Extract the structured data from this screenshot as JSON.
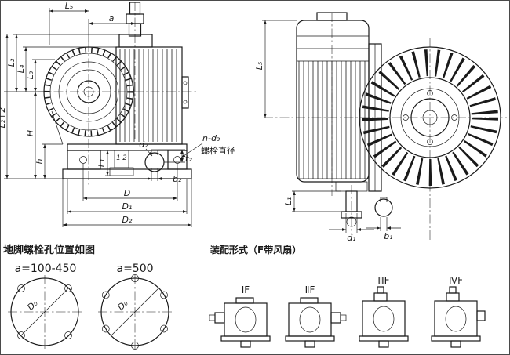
{
  "meta": {
    "background": "#ffffff",
    "line_color": "#1a1a1a"
  },
  "left_view": {
    "dims": {
      "L5": "L₅",
      "a": "a",
      "L2": "L₂",
      "L4": "L₄",
      "L3": "L₃",
      "H": "H",
      "h": "h",
      "L2plus2": "L₂+2",
      "L1": "L₁",
      "n1": "1",
      "n2": "2",
      "d2": "d₂",
      "t2": "t₂",
      "b2": "b₂",
      "D": "D",
      "D1": "D₁",
      "D2": "D₂",
      "n_d3": "n-d₃",
      "bolt_note": "螺栓直径"
    }
  },
  "right_view": {
    "dims": {
      "L5": "L₅",
      "L1": "L₁",
      "d1": "d₁",
      "b1": "b₁"
    }
  },
  "foot_bolts": {
    "title": "地脚螺栓孔位置如图",
    "diagram1": {
      "caption": "a=100-450",
      "bolt_circle": "D₀"
    },
    "diagram2": {
      "caption": "a=500",
      "bolt_circle": "D₀"
    }
  },
  "assembly": {
    "title": "装配形式（F带风扇）",
    "forms": [
      {
        "label": "ⅠF"
      },
      {
        "label": "ⅡF"
      },
      {
        "label": "ⅢF"
      },
      {
        "label": "ⅣF"
      }
    ]
  }
}
